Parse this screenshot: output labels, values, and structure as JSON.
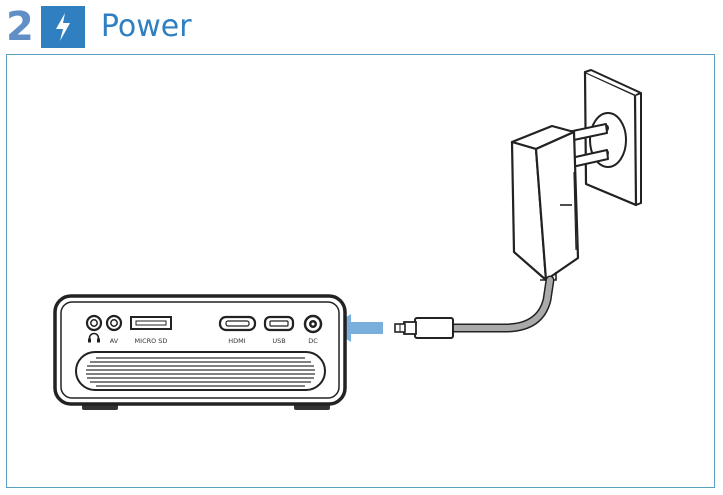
{
  "header": {
    "step_number": "2",
    "title": "Power",
    "icon": "lightning-bolt-icon"
  },
  "ports": {
    "av": "AV",
    "micro_sd": "MICRO SD",
    "hdmi": "HDMI",
    "usb": "USB",
    "dc": "DC"
  },
  "colors": {
    "accent": "#2f7fc1",
    "step_number": "#5f8fc4",
    "panel_border": "#5a9fc0",
    "arrow": "#7aaedb",
    "cable": "#aaaaaa"
  }
}
